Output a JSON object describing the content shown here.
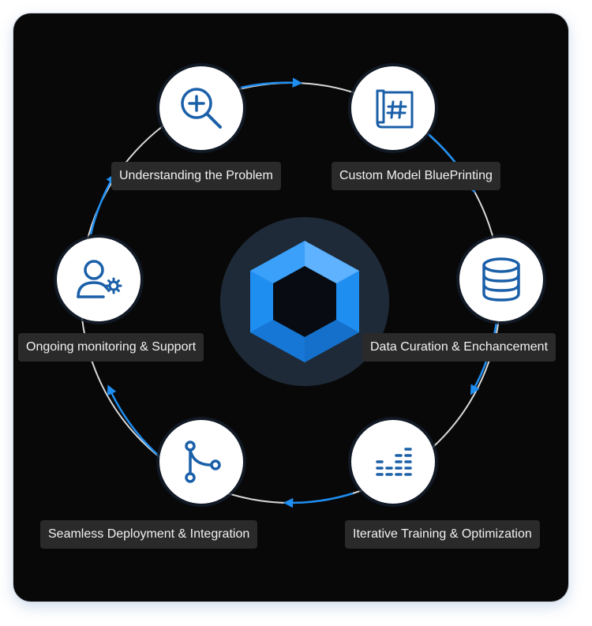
{
  "nodes": [
    {
      "id": "understanding",
      "label": "Understanding the Problem",
      "icon": "magnify-plus-icon"
    },
    {
      "id": "blueprint",
      "label": "Custom Model BluePrinting",
      "icon": "blueprint-icon"
    },
    {
      "id": "curation",
      "label": "Data Curation & Enchancement",
      "icon": "database-icon"
    },
    {
      "id": "training",
      "label": "Iterative Training & Optimization",
      "icon": "equalizer-icon"
    },
    {
      "id": "deployment",
      "label": "Seamless Deployment & Integration",
      "icon": "branch-icon"
    },
    {
      "id": "monitoring",
      "label": "Ongoing monitoring & Support",
      "icon": "user-gear-icon"
    }
  ],
  "colors": {
    "background": "#080808",
    "accent": "#1f8ef1",
    "icon": "#1a5fa8",
    "ring": "#d8d8d8",
    "label_bg": "#2a2a2a"
  }
}
